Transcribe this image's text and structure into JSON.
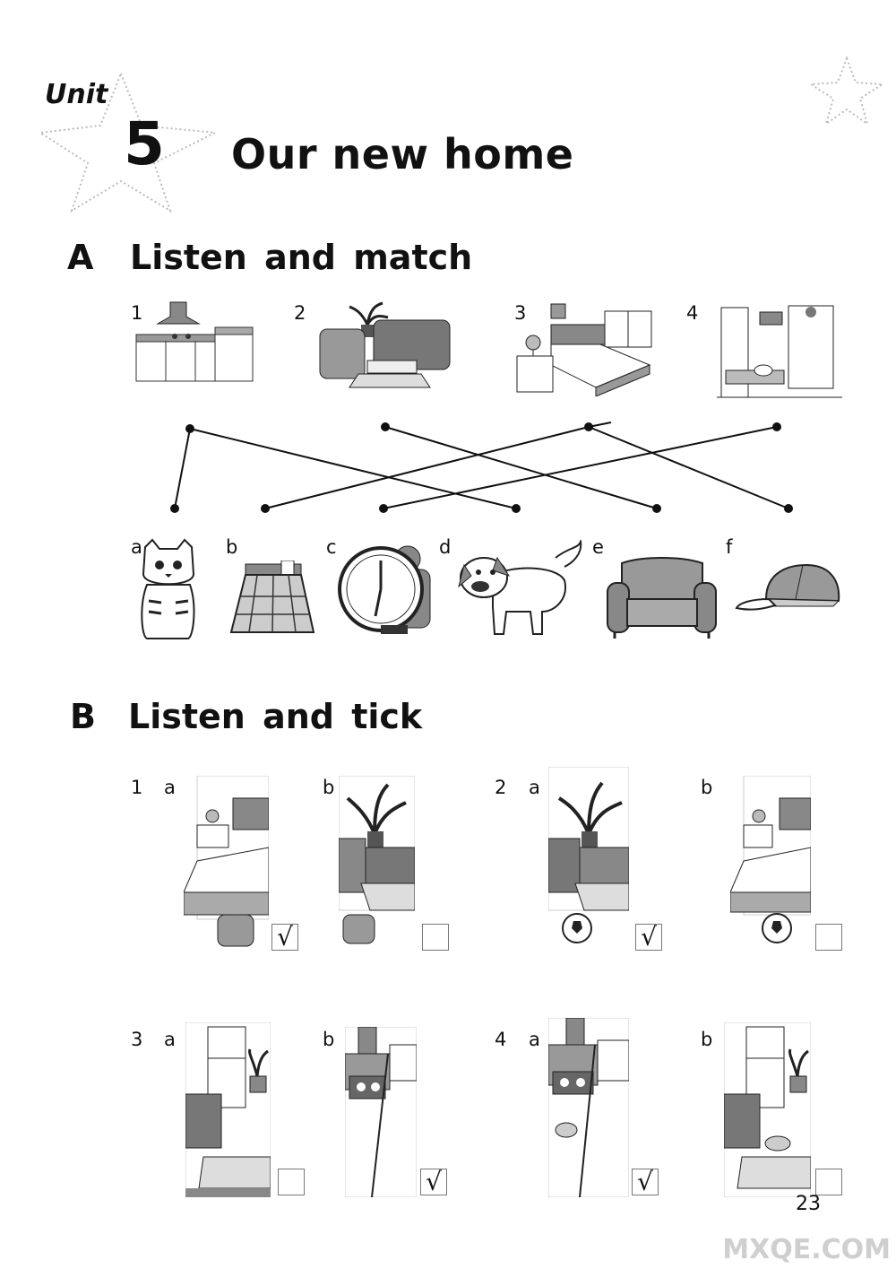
{
  "header": {
    "unit_label": "Unit",
    "unit_number": "5",
    "title": "Our new home"
  },
  "section_a": {
    "letter": "A",
    "title": "Listen and match",
    "top_items": [
      {
        "num": "1",
        "icon": "kitchen-icon"
      },
      {
        "num": "2",
        "icon": "living-room-icon"
      },
      {
        "num": "3",
        "icon": "bedroom-icon"
      },
      {
        "num": "4",
        "icon": "bathroom-icon"
      }
    ],
    "bottom_items": [
      {
        "letter": "a",
        "icon": "cat-icon"
      },
      {
        "letter": "b",
        "icon": "skirt-icon"
      },
      {
        "letter": "c",
        "icon": "clock-icon"
      },
      {
        "letter": "d",
        "icon": "dog-icon"
      },
      {
        "letter": "e",
        "icon": "sofa-icon"
      },
      {
        "letter": "f",
        "icon": "cap-icon"
      }
    ]
  },
  "section_b": {
    "letter": "B",
    "title": "Listen and tick",
    "questions": [
      {
        "num": "1",
        "options": [
          {
            "letter": "a",
            "mark": "√"
          },
          {
            "letter": "b",
            "mark": ""
          }
        ]
      },
      {
        "num": "2",
        "options": [
          {
            "letter": "a",
            "mark": "√"
          },
          {
            "letter": "b",
            "mark": ""
          }
        ]
      },
      {
        "num": "3",
        "options": [
          {
            "letter": "a",
            "mark": ""
          },
          {
            "letter": "b",
            "mark": "√"
          }
        ]
      },
      {
        "num": "4",
        "options": [
          {
            "letter": "a",
            "mark": "√"
          },
          {
            "letter": "b",
            "mark": ""
          }
        ]
      }
    ]
  },
  "page_number": "23",
  "watermark": "MXQE.COM"
}
